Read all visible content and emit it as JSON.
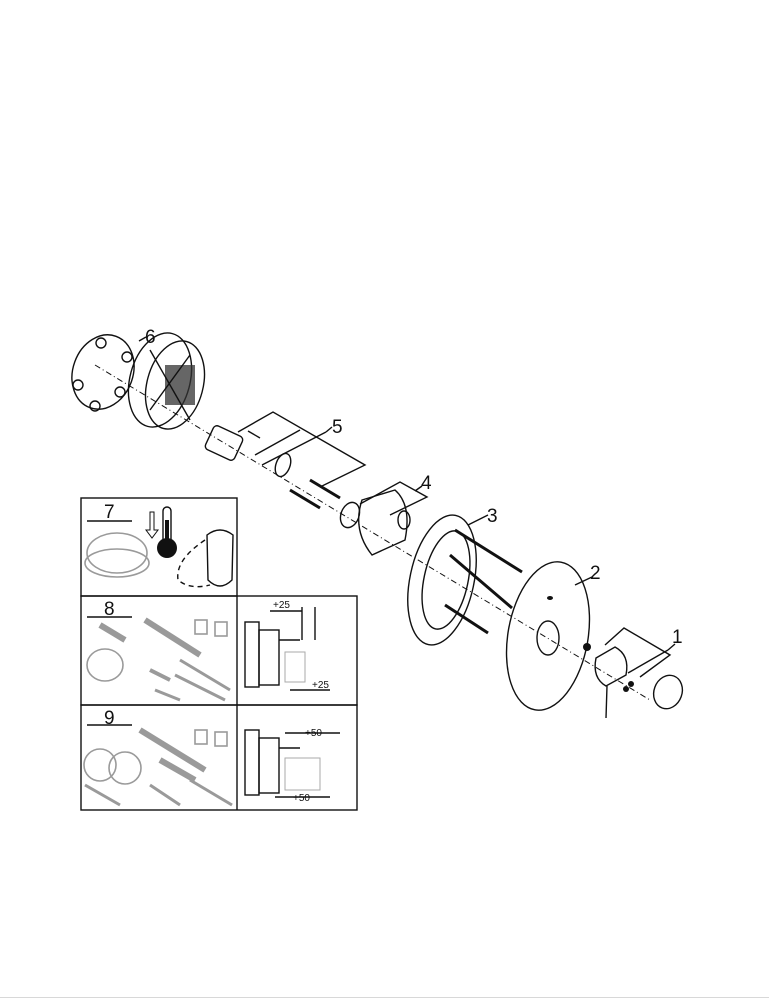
{
  "callouts": {
    "part1": "1",
    "part2": "2",
    "part3": "3",
    "part4": "4",
    "part5": "5",
    "part6": "6",
    "part7": "7",
    "part8": "8",
    "part9": "9"
  },
  "dimensions": {
    "ext25_top": "+25",
    "ext25_bottom": "+25",
    "ext50_top": "+50",
    "ext50_bottom": "+50"
  },
  "colors": {
    "line": "#111111",
    "accessory": "#9a9a9a"
  }
}
